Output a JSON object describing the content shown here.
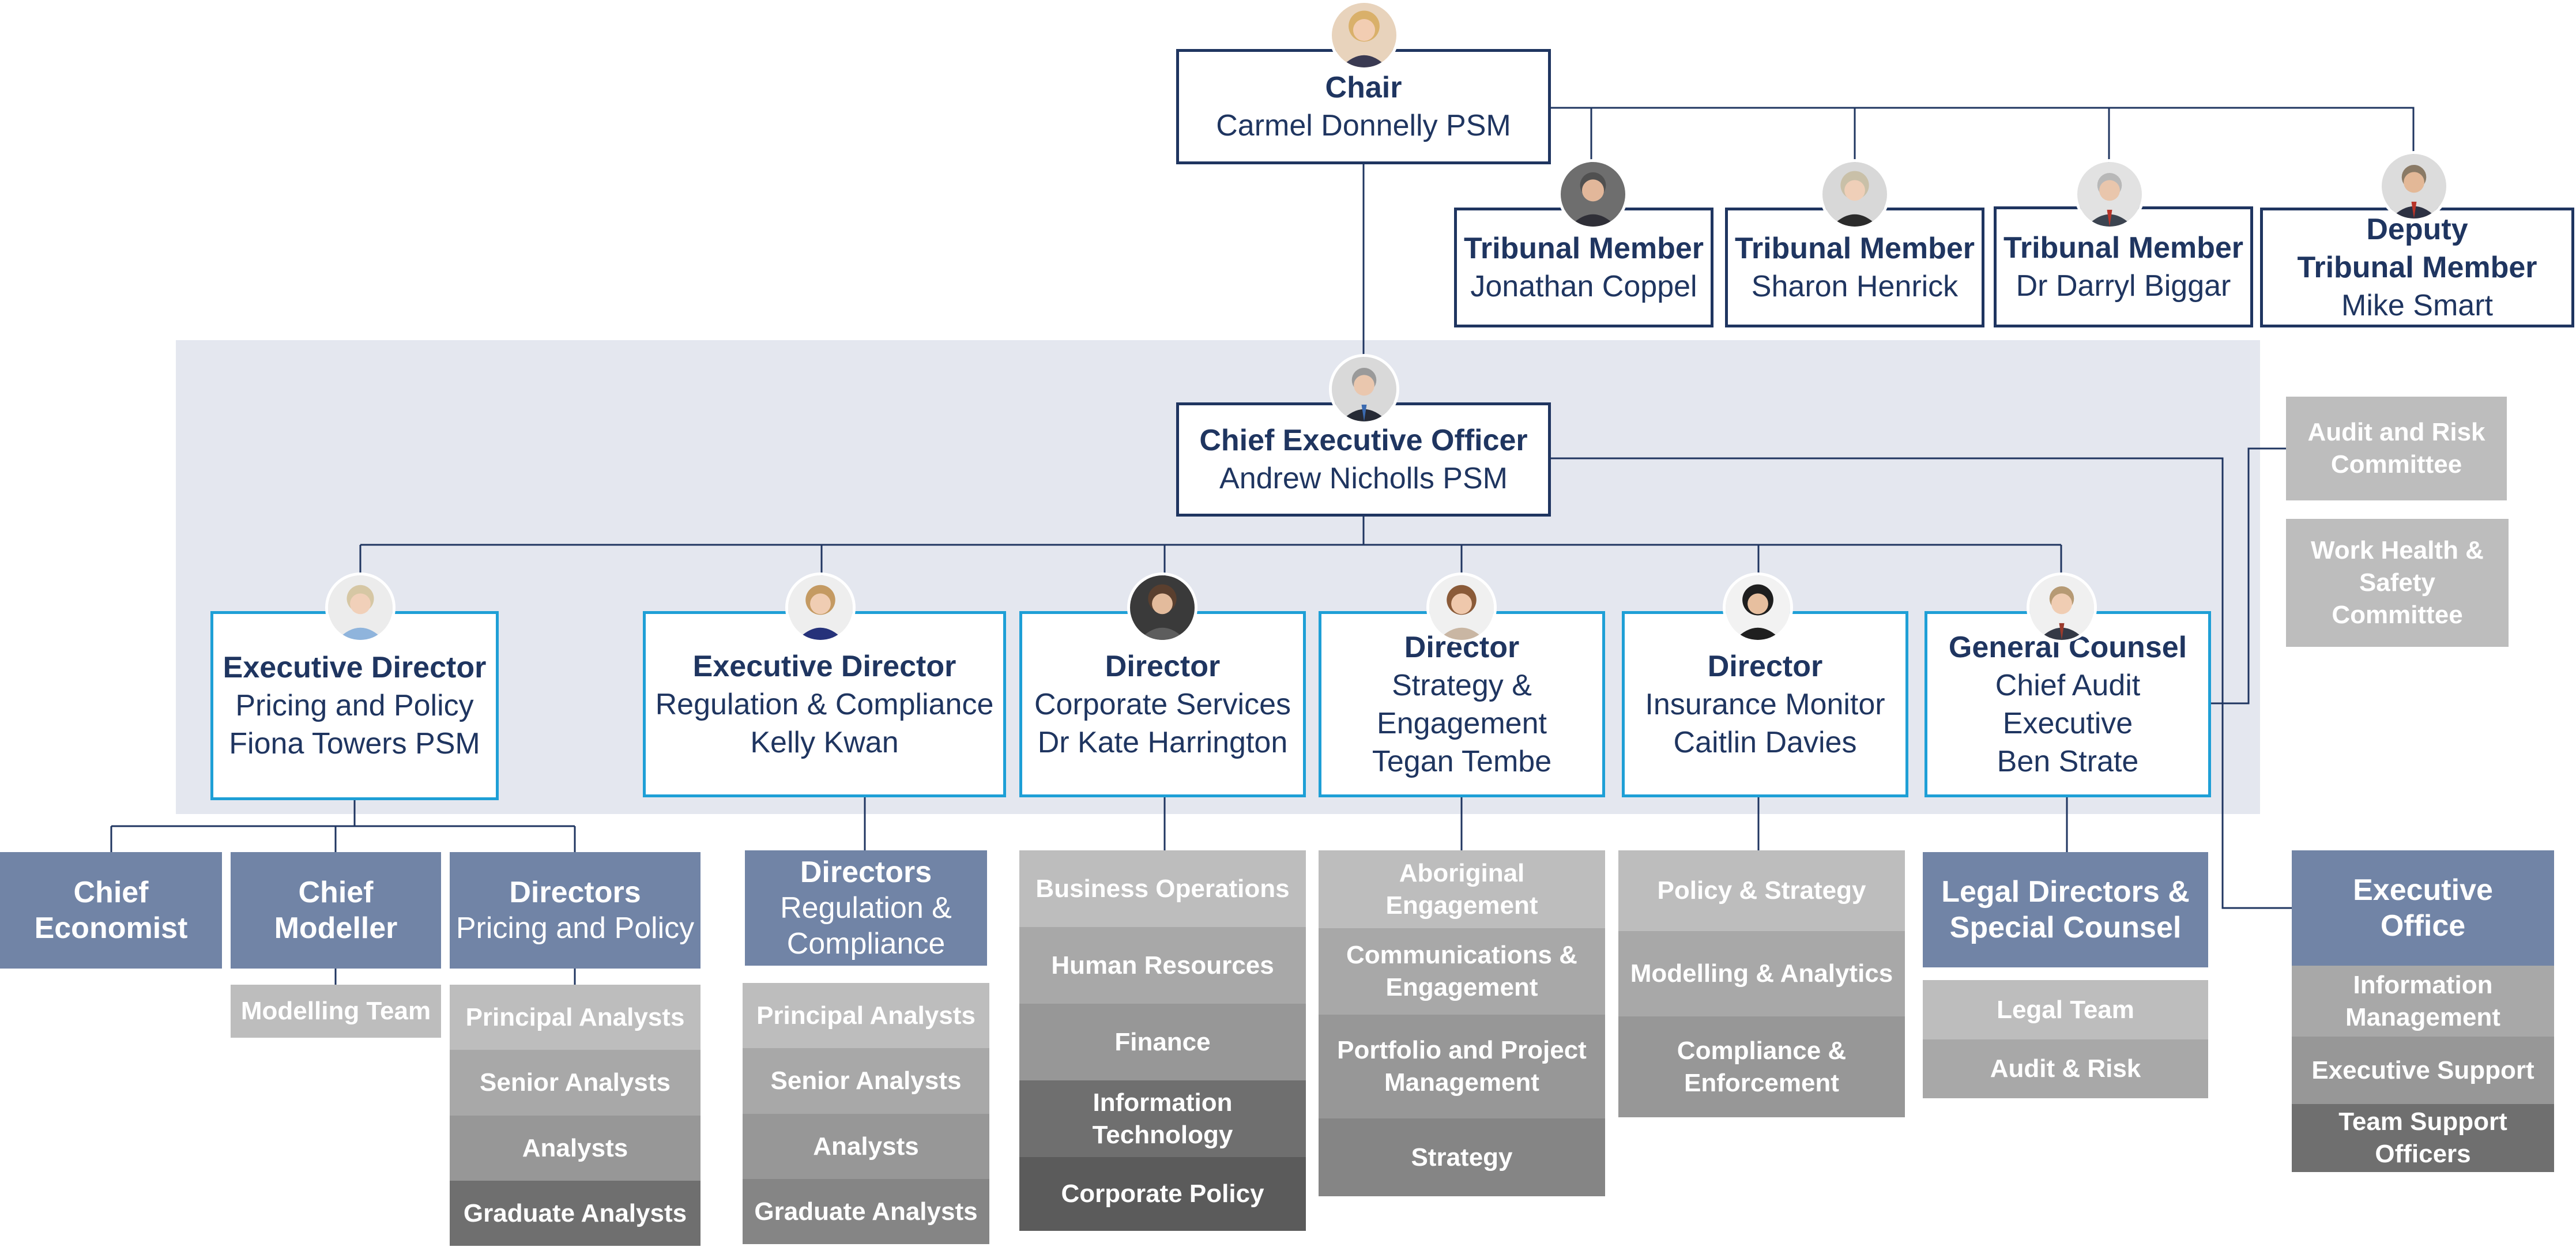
{
  "chair": {
    "role": "Chair",
    "name": "Carmel Donnelly PSM"
  },
  "tribunal": [
    {
      "role": "Tribunal Member",
      "name": "Jonathan Coppel"
    },
    {
      "role": "Tribunal Member",
      "name": "Sharon Henrick"
    },
    {
      "role": "Tribunal Member",
      "name": "Dr Darryl Biggar"
    },
    {
      "role_line1": "Deputy",
      "role_line2": "Tribunal Member",
      "name": "Mike Smart"
    }
  ],
  "ceo": {
    "role": "Chief Executive Officer",
    "name": "Andrew Nicholls PSM"
  },
  "committees": [
    "Audit and Risk Committee",
    "Work Health & Safety Committee"
  ],
  "directors": [
    {
      "role": "Executive Director",
      "line1": "Pricing and Policy",
      "line2": "Fiona Towers PSM"
    },
    {
      "role": "Executive Director",
      "line1": "Regulation & Compliance",
      "line2": "Kelly Kwan"
    },
    {
      "role": "Director",
      "line1": "Corporate Services",
      "line2": "Dr Kate Harrington"
    },
    {
      "role": "Director",
      "line1": "Strategy &",
      "line2": "Engagement",
      "line3": "Tegan Tembe"
    },
    {
      "role": "Director",
      "line1": "Insurance Monitor",
      "line2": "Caitlin Davies"
    },
    {
      "role": "General Counsel",
      "line1": "Chief Audit",
      "line2": "Executive",
      "line3": "Ben Strate"
    }
  ],
  "pricing": {
    "chief_economist": "Chief Economist",
    "chief_modeller": "Chief Modeller",
    "modelling_team": "Modelling Team",
    "directors_title": "Directors",
    "directors_sub": "Pricing and Policy",
    "teams": [
      "Principal Analysts",
      "Senior Analysts",
      "Analysts",
      "Graduate Analysts"
    ]
  },
  "regulation": {
    "directors_title": "Directors",
    "directors_sub": "Regulation  & Compliance",
    "teams": [
      "Principal Analysts",
      "Senior Analysts",
      "Analysts",
      "Graduate Analysts"
    ]
  },
  "corporate": {
    "teams": [
      "Business Operations",
      "Human  Resources",
      "Finance",
      "Information Technology",
      "Corporate Policy"
    ]
  },
  "strategy": {
    "teams": [
      "Aboriginal Engagement",
      "Communications & Engagement",
      "Portfolio and Project Management",
      "Strategy"
    ]
  },
  "insurance": {
    "teams": [
      "Policy & Strategy",
      "Modelling & Analytics",
      "Compliance & Enforcement"
    ]
  },
  "legal": {
    "title": "Legal Directors  & Special  Counsel",
    "teams": [
      "Legal Team",
      "Audit & Risk"
    ]
  },
  "exec_office": {
    "title": "Executive Office",
    "teams": [
      "Information Management",
      "Executive Support",
      "Team Support Officers"
    ]
  },
  "icons": {
    "avatar": "person-photo-icon"
  },
  "colors": {
    "navy": "#1f3560",
    "cyan": "#1e9fd6",
    "slate": "#7184a6",
    "band": "#e4e7ef"
  }
}
